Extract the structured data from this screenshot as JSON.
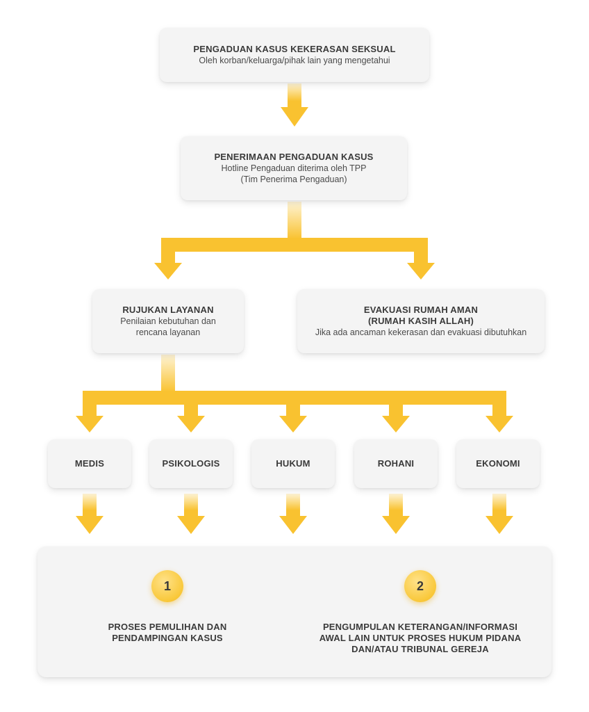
{
  "complaint": {
    "title": "PENGADUAN KASUS KEKERASAN SEKSUAL",
    "subtitle": "Oleh korban/keluarga/pihak lain yang mengetahui"
  },
  "receipt": {
    "title": "PENERIMAAN PENGADUAN KASUS",
    "line1": "Hotline Pengaduan diterima oleh TPP",
    "line2": "(Tim Penerima Pengaduan)"
  },
  "referral": {
    "title": "RUJUKAN LAYANAN",
    "line1": "Penilaian kebutuhan dan",
    "line2": "rencana layanan"
  },
  "evacuation": {
    "title1": "EVAKUASI RUMAH AMAN",
    "title2": "(RUMAH KASIH ALLAH)",
    "line1": "Jika ada ancaman kekerasan dan evakuasi dibutuhkan"
  },
  "services": [
    "MEDIS",
    "PSIKOLOGIS",
    "HUKUM",
    "ROHANI",
    "EKONOMI"
  ],
  "outcomes": [
    {
      "number": "1",
      "lines": [
        "PROSES PEMULIHAN DAN",
        "PENDAMPINGAN KASUS"
      ]
    },
    {
      "number": "2",
      "lines": [
        "PENGUMPULAN KETERANGAN/INFORMASI",
        "AWAL LAIN UNTUK PROSES HUKUM PIDANA",
        "DAN/ATAU TRIBUNAL GEREJA"
      ]
    }
  ],
  "colors": {
    "arrow": "#f9c230",
    "arrow_light": "#fdebb4",
    "box": "#f4f4f4",
    "text": "#3a3a3a"
  }
}
